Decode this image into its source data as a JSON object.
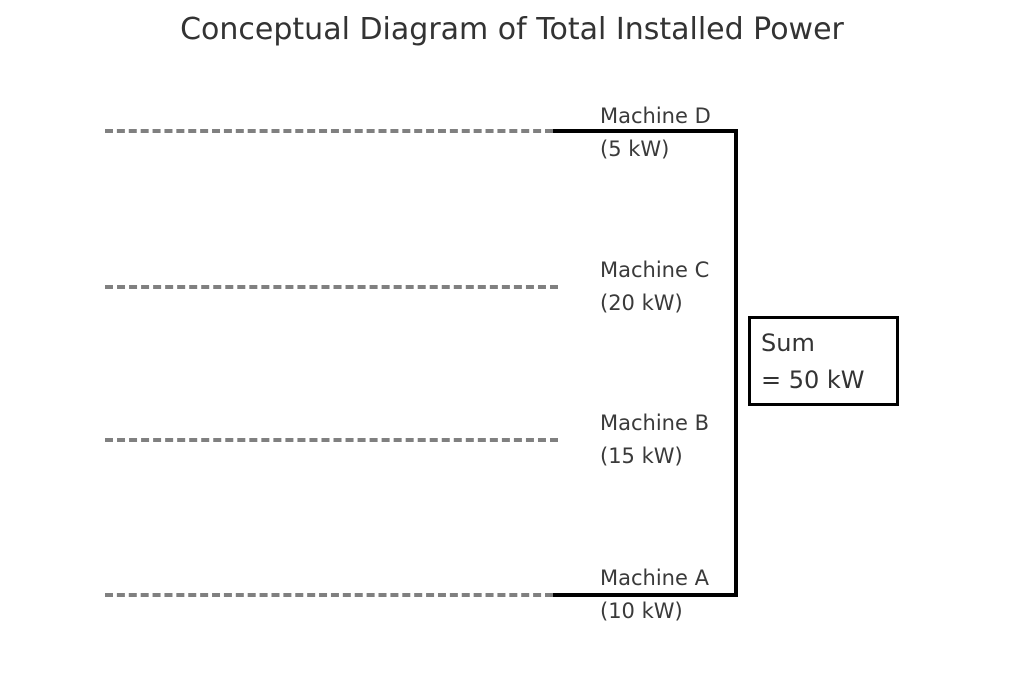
{
  "chart_data": {
    "type": "bar",
    "title": "Conceptual Diagram of Total Installed Power",
    "xlabel": "",
    "ylabel": "",
    "grid": false,
    "legend": null,
    "unit": "kW",
    "categories": [
      "Machine A",
      "Machine B",
      "Machine C",
      "Machine D"
    ],
    "values": [
      10,
      15,
      20,
      5
    ],
    "annotations": [
      {
        "name": "machine-a",
        "label": "Machine A",
        "value_label": "(10 kW)",
        "value": 10
      },
      {
        "name": "machine-b",
        "label": "Machine B",
        "value_label": "(15 kW)",
        "value": 15
      },
      {
        "name": "machine-c",
        "label": "Machine C",
        "value_label": "(20 kW)",
        "value": 20
      },
      {
        "name": "machine-d",
        "label": "Machine D",
        "value_label": "(5 kW)",
        "value": 5
      }
    ],
    "total": {
      "label": "Sum",
      "value_label": "= 50 kW",
      "value": 50
    },
    "colors": {
      "dashed_line": "#808080",
      "solid_line": "#000000",
      "title_text": "#333333",
      "label_text": "#3a3a3a",
      "background": "#ffffff"
    }
  },
  "title": {
    "text": "Conceptual Diagram of Total Installed Power"
  },
  "rows": [
    {
      "name": "machine-d",
      "label": "Machine D",
      "value_label": "(5 kW)"
    },
    {
      "name": "machine-c",
      "label": "Machine C",
      "value_label": "(20 kW)"
    },
    {
      "name": "machine-b",
      "label": "Machine B",
      "value_label": "(15 kW)"
    },
    {
      "name": "machine-a",
      "label": "Machine A",
      "value_label": "(10 kW)"
    }
  ],
  "sum_box": {
    "label": "Sum",
    "value": "= 50 kW"
  }
}
